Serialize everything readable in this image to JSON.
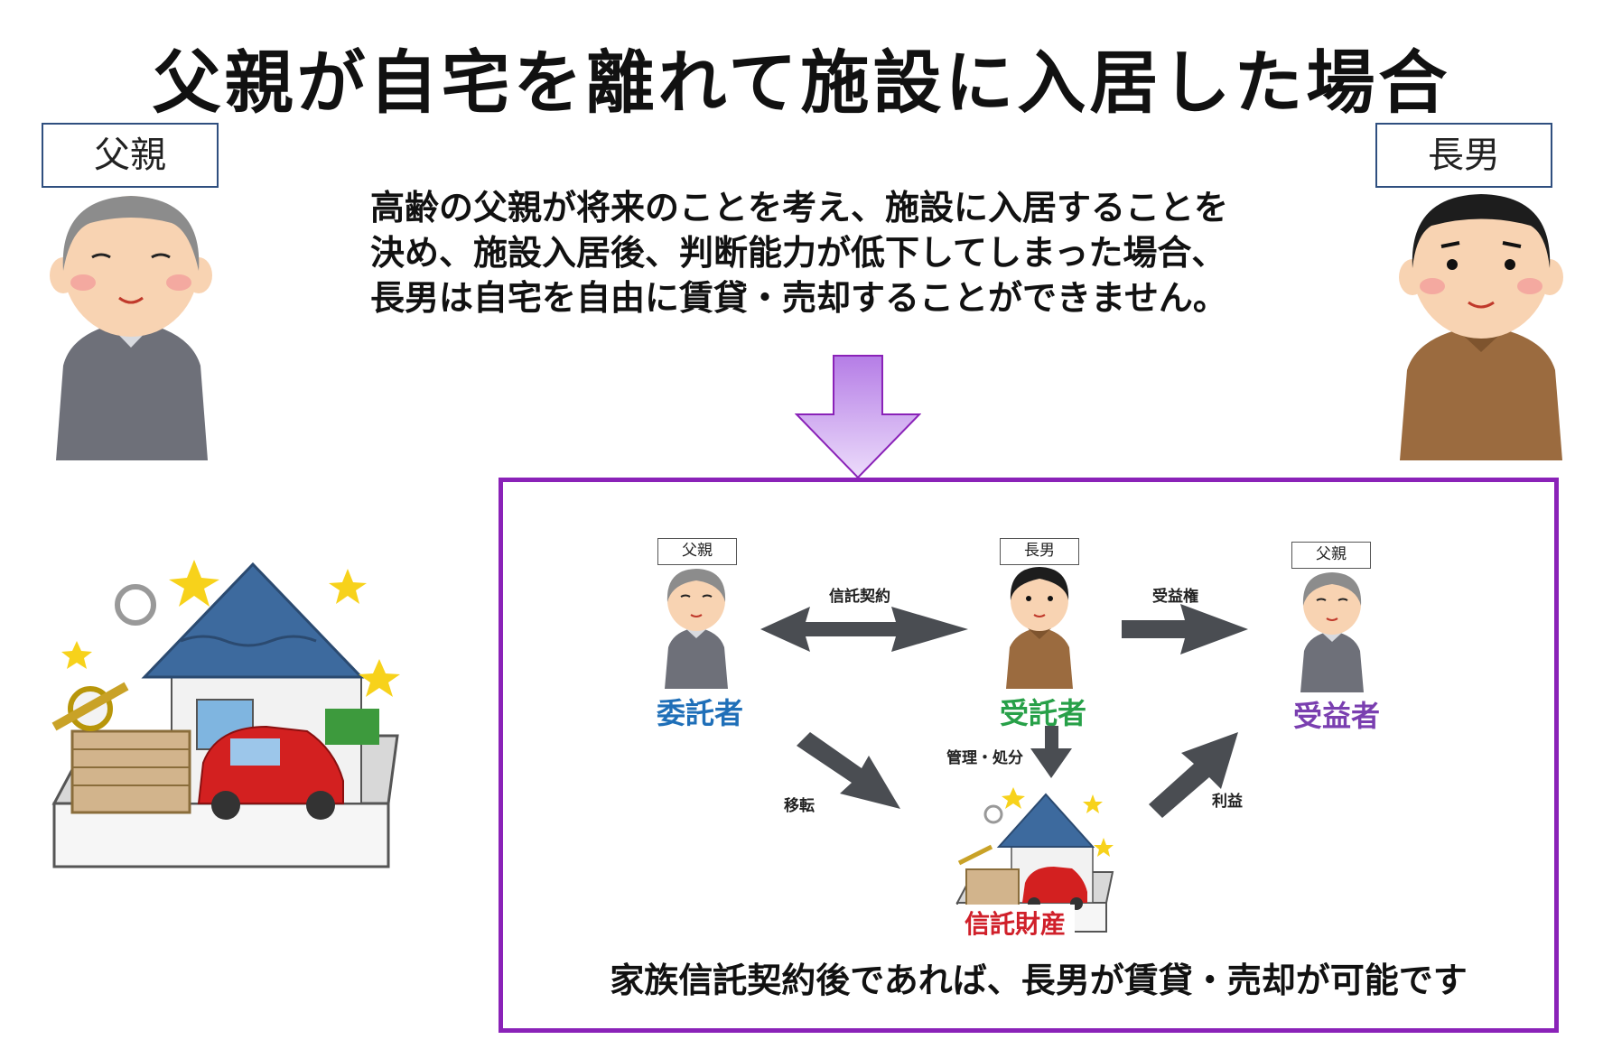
{
  "title": "父親が自宅を離れて施設に入居した場合",
  "people": {
    "father_label": "父親",
    "son_label": "長男"
  },
  "description": {
    "line1": "高齢の父親が将来のことを考え、施設に入居することを",
    "line2": "決め、施設入居後、判断能力が低下してしまった場合、",
    "line3": "長男は自宅を自由に賃貸・売却することができません。"
  },
  "trust_diagram": {
    "settlor_tag": "父親",
    "trustee_tag": "長男",
    "beneficiary_tag": "父親",
    "settlor_role": "委託者",
    "trustee_role": "受託者",
    "beneficiary_role": "受益者",
    "contract_label": "信託契約",
    "beneficial_right_label": "受益権",
    "management_label": "管理・処分",
    "transfer_label": "移転",
    "profit_label": "利益",
    "trust_property_label": "信託財産",
    "role_colors": {
      "settlor": "#1f6fb8",
      "trustee": "#27a048",
      "beneficiary": "#7a3fb0"
    }
  },
  "conclusion": "家族信託契約後であれば、長男が賃貸・売却が可能です",
  "colors": {
    "frame": "#8a22b8",
    "down_arrow": "#c99af0",
    "arrows": "#4a4d52"
  }
}
